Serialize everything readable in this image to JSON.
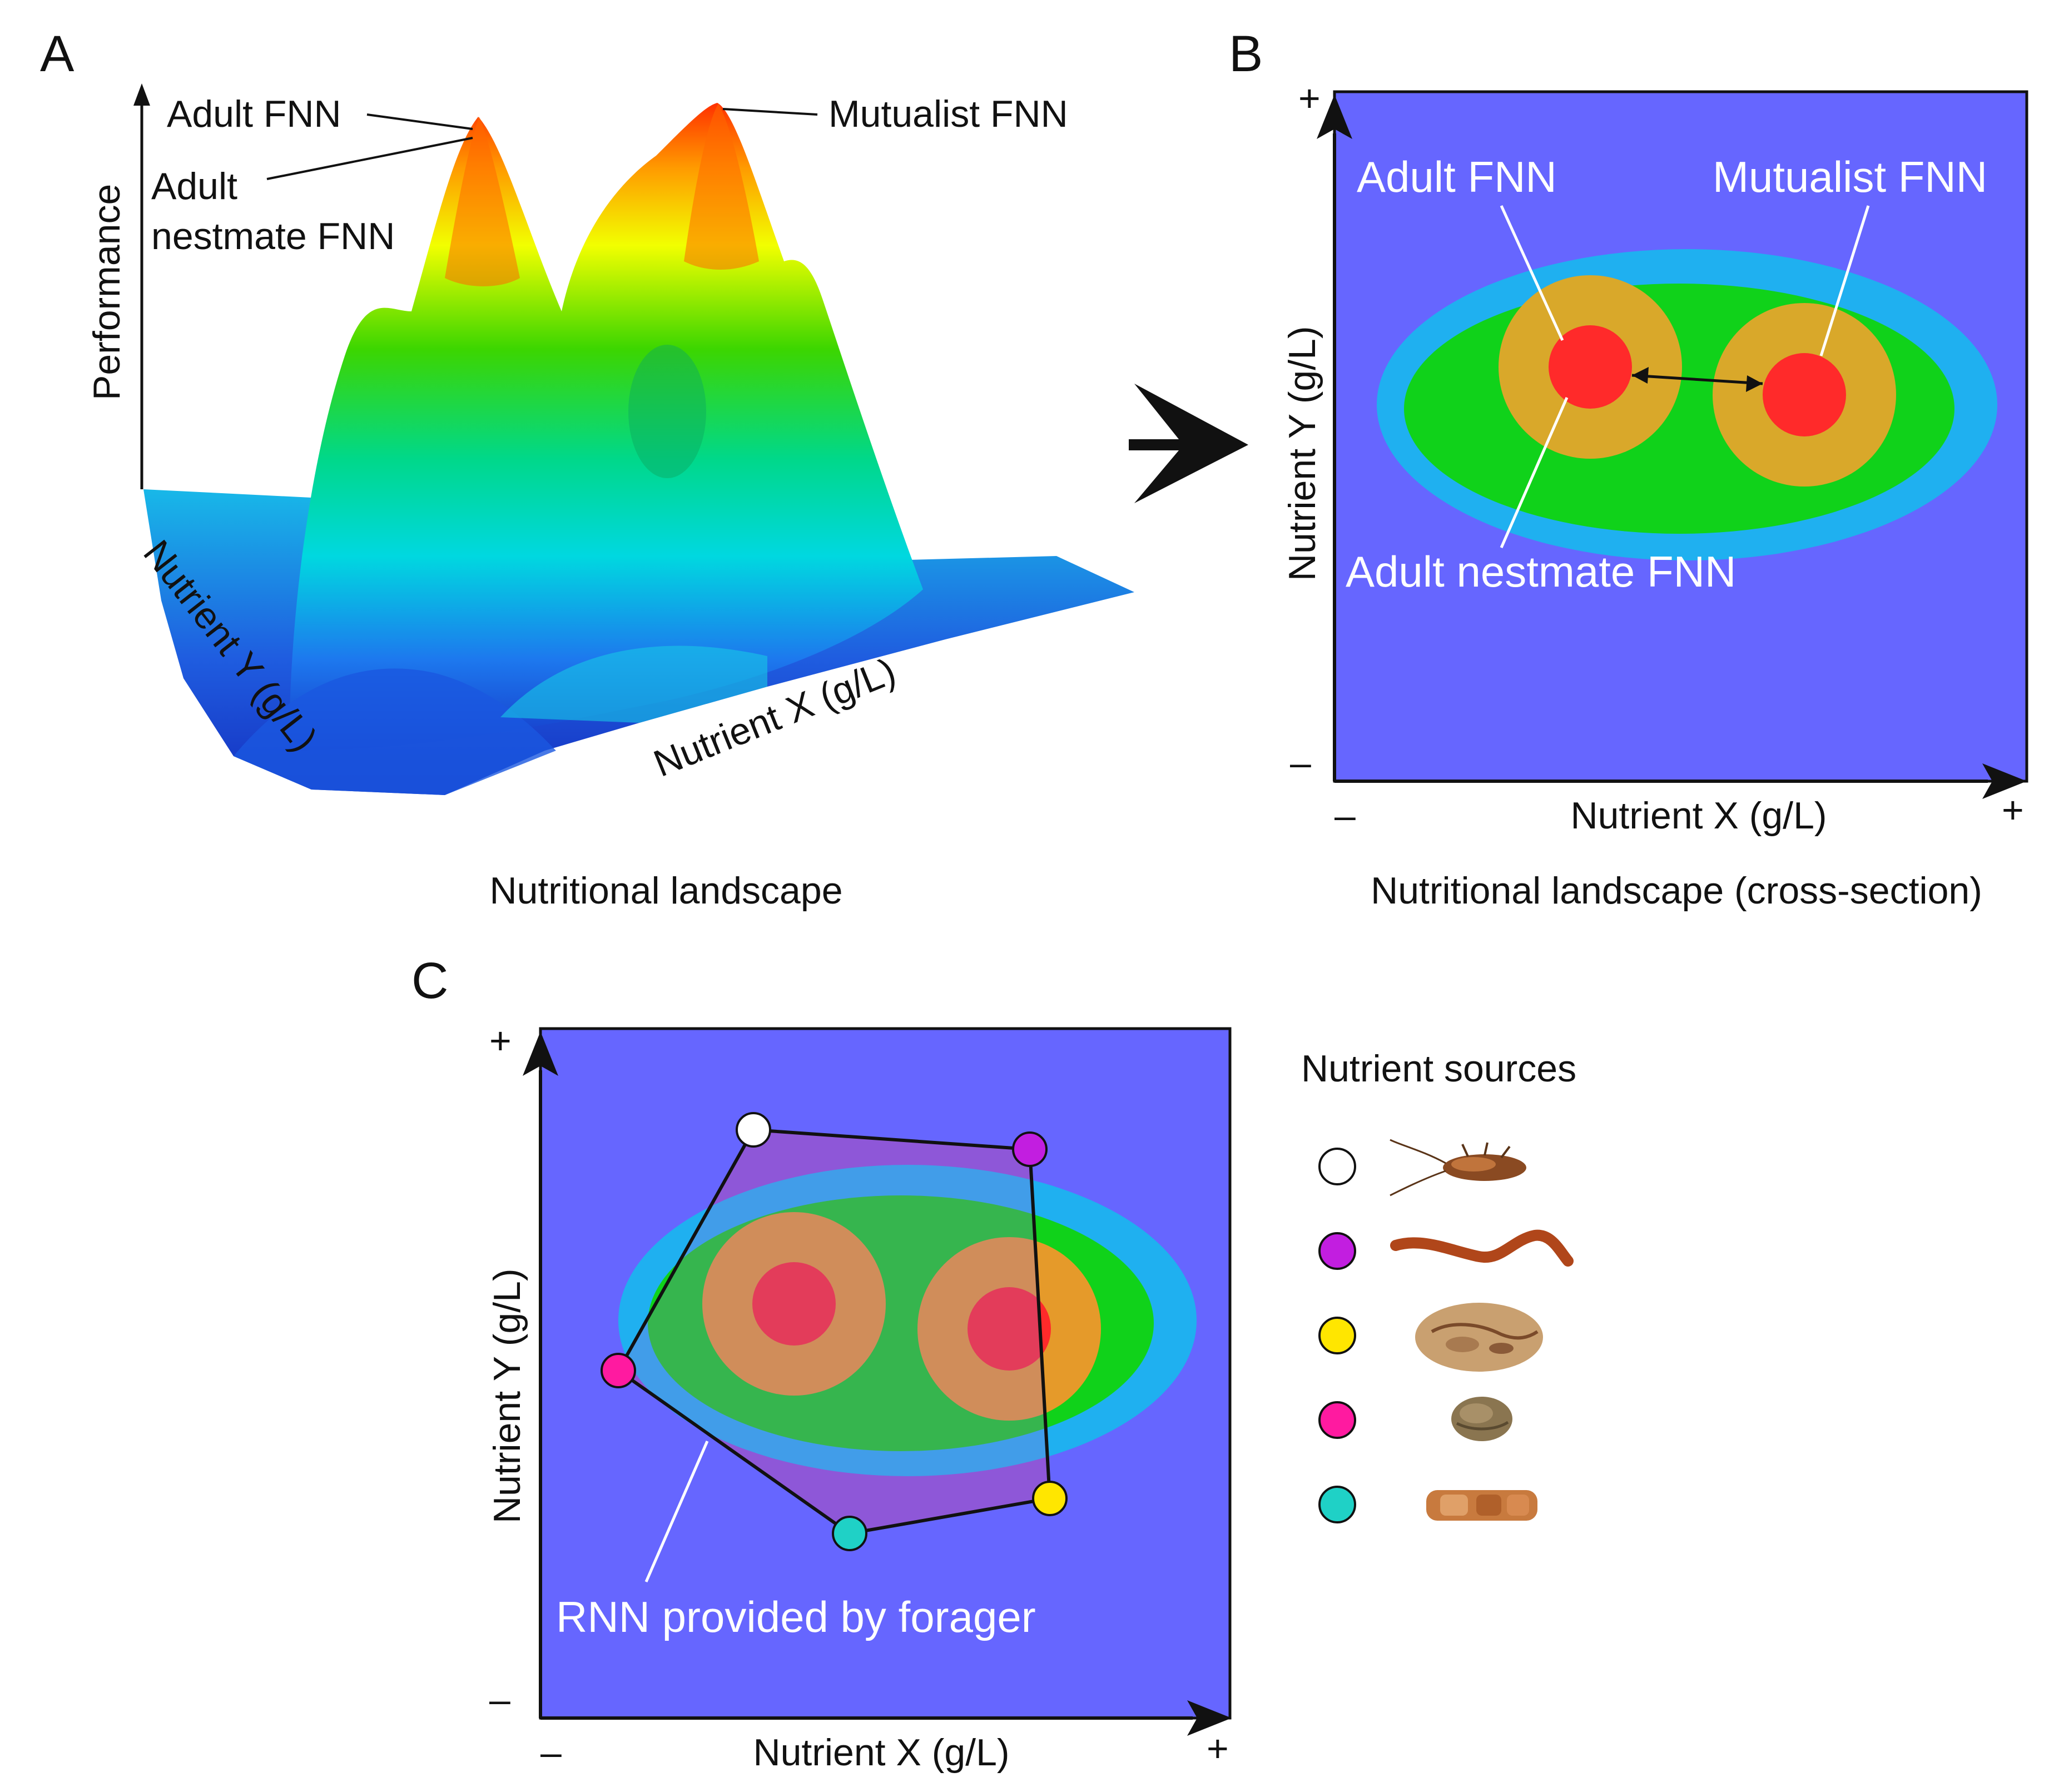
{
  "panel_a": {
    "letter": "A",
    "peak_labels": {
      "adult_fnn": "Adult FNN",
      "adult_nestmate_fnn_line1": "Adult",
      "adult_nestmate_fnn_line2": "nestmate FNN",
      "mutualist_fnn": "Mutualist FNN"
    },
    "axis_performance": "Performance",
    "axis_nutrient_y": "Nutrient Y (g/L)",
    "axis_nutrient_x": "Nutrient X (g/L)",
    "caption": "Nutritional landscape"
  },
  "panel_b": {
    "letter": "B",
    "adult_fnn": "Adult FNN",
    "mutualist_fnn": "Mutualist FNN",
    "adult_nestmate_fnn": "Adult nestmate FNN",
    "axis_y": "Nutrient Y (g/L)",
    "axis_x": "Nutrient X (g/L)",
    "plus_y": "+",
    "minus_y": "–",
    "plus_x": "+",
    "minus_x": "–",
    "caption": "Nutritional landscape (cross-section)"
  },
  "panel_c": {
    "letter": "C",
    "rnn_label": "RNN provided by forager",
    "axis_y": "Nutrient Y (g/L)",
    "axis_x": "Nutrient X (g/L)",
    "plus_y": "+",
    "minus_y": "–",
    "plus_x": "+",
    "minus_x": "–",
    "legend_title": "Nutrient sources",
    "sources": [
      {
        "color": "#ffffff",
        "item": "cockroach"
      },
      {
        "color": "#c21ee0",
        "item": "worm"
      },
      {
        "color": "#ffe600",
        "item": "seed"
      },
      {
        "color": "#ff1aa0",
        "item": "small seed"
      },
      {
        "color": "#1fd1c6",
        "item": "insect fragment"
      }
    ]
  },
  "colors": {
    "plot_background": "#6666ff",
    "outer_ring": "#1fb0f0",
    "middle_region": "#10d21a",
    "inner_ring": "#d9a82a",
    "peak": "#ff2a2a",
    "rnn_polygon": "#8a4fd8"
  }
}
